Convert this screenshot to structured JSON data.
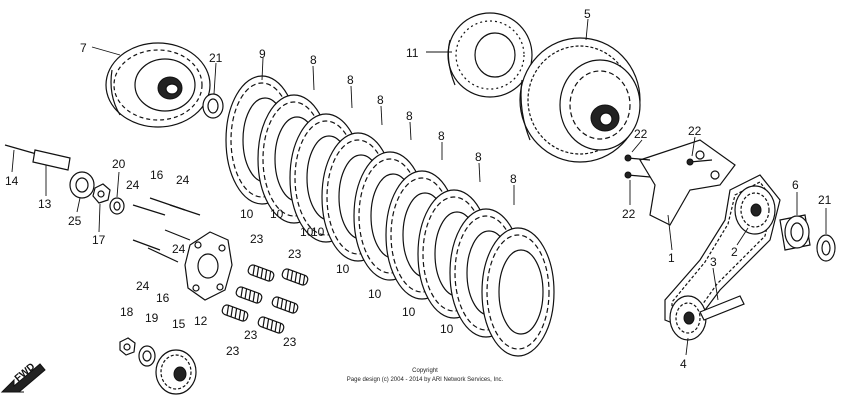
{
  "callouts": [
    {
      "id": "c7",
      "text": "7"
    },
    {
      "id": "c21a",
      "text": "21"
    },
    {
      "id": "c9",
      "text": "9"
    },
    {
      "id": "c8a",
      "text": "8"
    },
    {
      "id": "c8b",
      "text": "8"
    },
    {
      "id": "c8c",
      "text": "8"
    },
    {
      "id": "c8d",
      "text": "8"
    },
    {
      "id": "c8e",
      "text": "8"
    },
    {
      "id": "c8f",
      "text": "8"
    },
    {
      "id": "c8g",
      "text": "8"
    },
    {
      "id": "c11",
      "text": "11"
    },
    {
      "id": "c5",
      "text": "5"
    },
    {
      "id": "c22a",
      "text": "22"
    },
    {
      "id": "c22b",
      "text": "22"
    },
    {
      "id": "c22c",
      "text": "22"
    },
    {
      "id": "c14",
      "text": "14"
    },
    {
      "id": "c13",
      "text": "13"
    },
    {
      "id": "c20",
      "text": "20"
    },
    {
      "id": "c24a",
      "text": "24"
    },
    {
      "id": "c16a",
      "text": "16"
    },
    {
      "id": "c24b",
      "text": "24"
    },
    {
      "id": "c25",
      "text": "25"
    },
    {
      "id": "c17",
      "text": "17"
    },
    {
      "id": "c24c",
      "text": "24"
    },
    {
      "id": "c10a",
      "text": "10"
    },
    {
      "id": "c10b",
      "text": "10"
    },
    {
      "id": "c10c",
      "text": "10"
    },
    {
      "id": "c10d",
      "text": "10"
    },
    {
      "id": "c10e",
      "text": "10"
    },
    {
      "id": "c10f",
      "text": "10"
    },
    {
      "id": "c10g",
      "text": "10"
    },
    {
      "id": "c10h",
      "text": "10"
    },
    {
      "id": "c23a",
      "text": "23"
    },
    {
      "id": "c23b",
      "text": "23"
    },
    {
      "id": "c23c",
      "text": "23"
    },
    {
      "id": "c23d",
      "text": "23"
    },
    {
      "id": "c23e",
      "text": "23"
    },
    {
      "id": "c24d",
      "text": "24"
    },
    {
      "id": "c16b",
      "text": "16"
    },
    {
      "id": "c12",
      "text": "12"
    },
    {
      "id": "c18",
      "text": "18"
    },
    {
      "id": "c19",
      "text": "19"
    },
    {
      "id": "c15",
      "text": "15"
    },
    {
      "id": "c1",
      "text": "1"
    },
    {
      "id": "c2",
      "text": "2"
    },
    {
      "id": "c6",
      "text": "6"
    },
    {
      "id": "c21b",
      "text": "21"
    },
    {
      "id": "c3",
      "text": "3"
    },
    {
      "id": "c4",
      "text": "4"
    }
  ],
  "direction_label": "FWD",
  "copyright": {
    "line1": "Copyright",
    "line2": "Page design (c) 2004 - 2014 by ARI Network Services, Inc."
  }
}
